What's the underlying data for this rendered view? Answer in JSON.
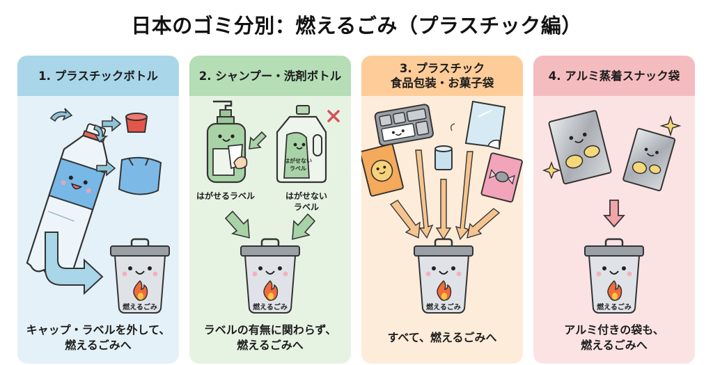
{
  "title": "日本のゴミ分別：燃えるごみ（プラスチック編）",
  "colors": {
    "card1_header": "#a9d6e8",
    "card1_body": "#e4f1f8",
    "card2_header": "#b5ddb6",
    "card2_body": "#e6f3e3",
    "card3_header": "#fdcc99",
    "card3_body": "#fdecda",
    "card4_header": "#f5bcc0",
    "card4_body": "#fbe3e4",
    "bin": "#dfe3e8",
    "bin_lid": "#9aa0a6",
    "flame": "#f26b3a"
  },
  "cards": [
    {
      "number": "1.",
      "heading": "1. プラスチックボトル",
      "heading_lines": [
        "1. プラスチックボトル"
      ],
      "illustration": [
        "plastic-bottle",
        "bottle-cap",
        "bottle-label",
        "rotate-arrows",
        "curved-arrow",
        "trash-bin"
      ],
      "bin_label": "燃えるごみ",
      "caption_lines": [
        "キャップ・ラベルを外して、",
        "燃えるごみへ"
      ]
    },
    {
      "number": "2.",
      "heading": "2. シャンプー・洗剤ボトル",
      "heading_lines": [
        "2. シャンプー・洗剤ボトル"
      ],
      "illustration": [
        "pump-bottle",
        "detergent-bottle",
        "x-mark",
        "hand",
        "trash-bin"
      ],
      "item_labels": [
        "はがせるラベル",
        "はがせない",
        "ラベル"
      ],
      "inner_label_lines": [
        "はがせない",
        "ラベル"
      ],
      "bin_label": "燃えるごみ",
      "caption_lines": [
        "ラベルの有無に関わらず、",
        "燃えるごみへ"
      ]
    },
    {
      "number": "3.",
      "heading": "3. プラスチック 食品包装・お菓子袋",
      "heading_lines": [
        "3. プラスチック",
        "食品包装・お菓子袋"
      ],
      "illustration": [
        "bento-tray",
        "plastic-cup",
        "plastic-film",
        "snack-bag-orange",
        "candy-bag-pink",
        "trash-bin"
      ],
      "bin_label": "燃えるごみ",
      "caption_lines": [
        "すべて、燃えるごみへ"
      ]
    },
    {
      "number": "4.",
      "heading": "4. アルミ蒸着スナック袋",
      "heading_lines": [
        "4. アルミ蒸着スナック袋"
      ],
      "illustration": [
        "aluminum-snack-bag",
        "aluminum-snack-bag-small",
        "sparkles",
        "down-arrow",
        "trash-bin"
      ],
      "bin_label": "燃えるごみ",
      "caption_lines": [
        "アルミ付きの袋も、",
        "燃えるごみへ"
      ]
    }
  ]
}
